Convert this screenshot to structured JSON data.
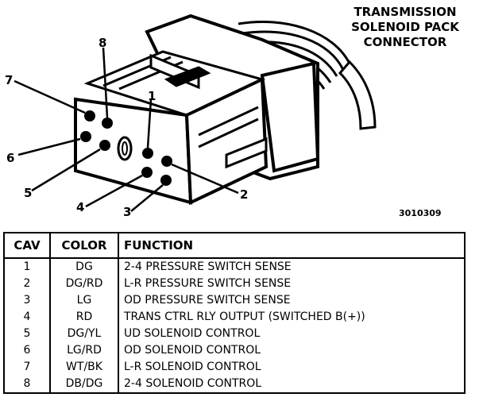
{
  "connector": {
    "title_lines": [
      "TRANSMISSION",
      "SOLENOID PACK",
      "CONNECTOR"
    ],
    "figure_id": "3010309",
    "pin_labels": {
      "p1": "1",
      "p2": "2",
      "p3": "3",
      "p4": "4",
      "p5": "5",
      "p6": "6",
      "p7": "7",
      "p8": "8"
    }
  },
  "table": {
    "headers": [
      "CAV",
      "COLOR",
      "FUNCTION"
    ],
    "rows": [
      [
        "1",
        "DG",
        "2-4 PRESSURE SWITCH SENSE"
      ],
      [
        "2",
        "DG/RD",
        "L-R PRESSURE SWITCH SENSE"
      ],
      [
        "3",
        "LG",
        "OD PRESSURE SWITCH SENSE"
      ],
      [
        "4",
        "RD",
        "TRANS CTRL RLY OUTPUT (SWITCHED B(+))"
      ],
      [
        "5",
        "DG/YL",
        "UD SOLENOID CONTROL"
      ],
      [
        "6",
        "LG/RD",
        "OD SOLENOID CONTROL"
      ],
      [
        "7",
        "WT/BK",
        "L-R SOLENOID CONTROL"
      ],
      [
        "8",
        "DB/DG",
        "2-4 SOLENOID CONTROL"
      ]
    ]
  }
}
